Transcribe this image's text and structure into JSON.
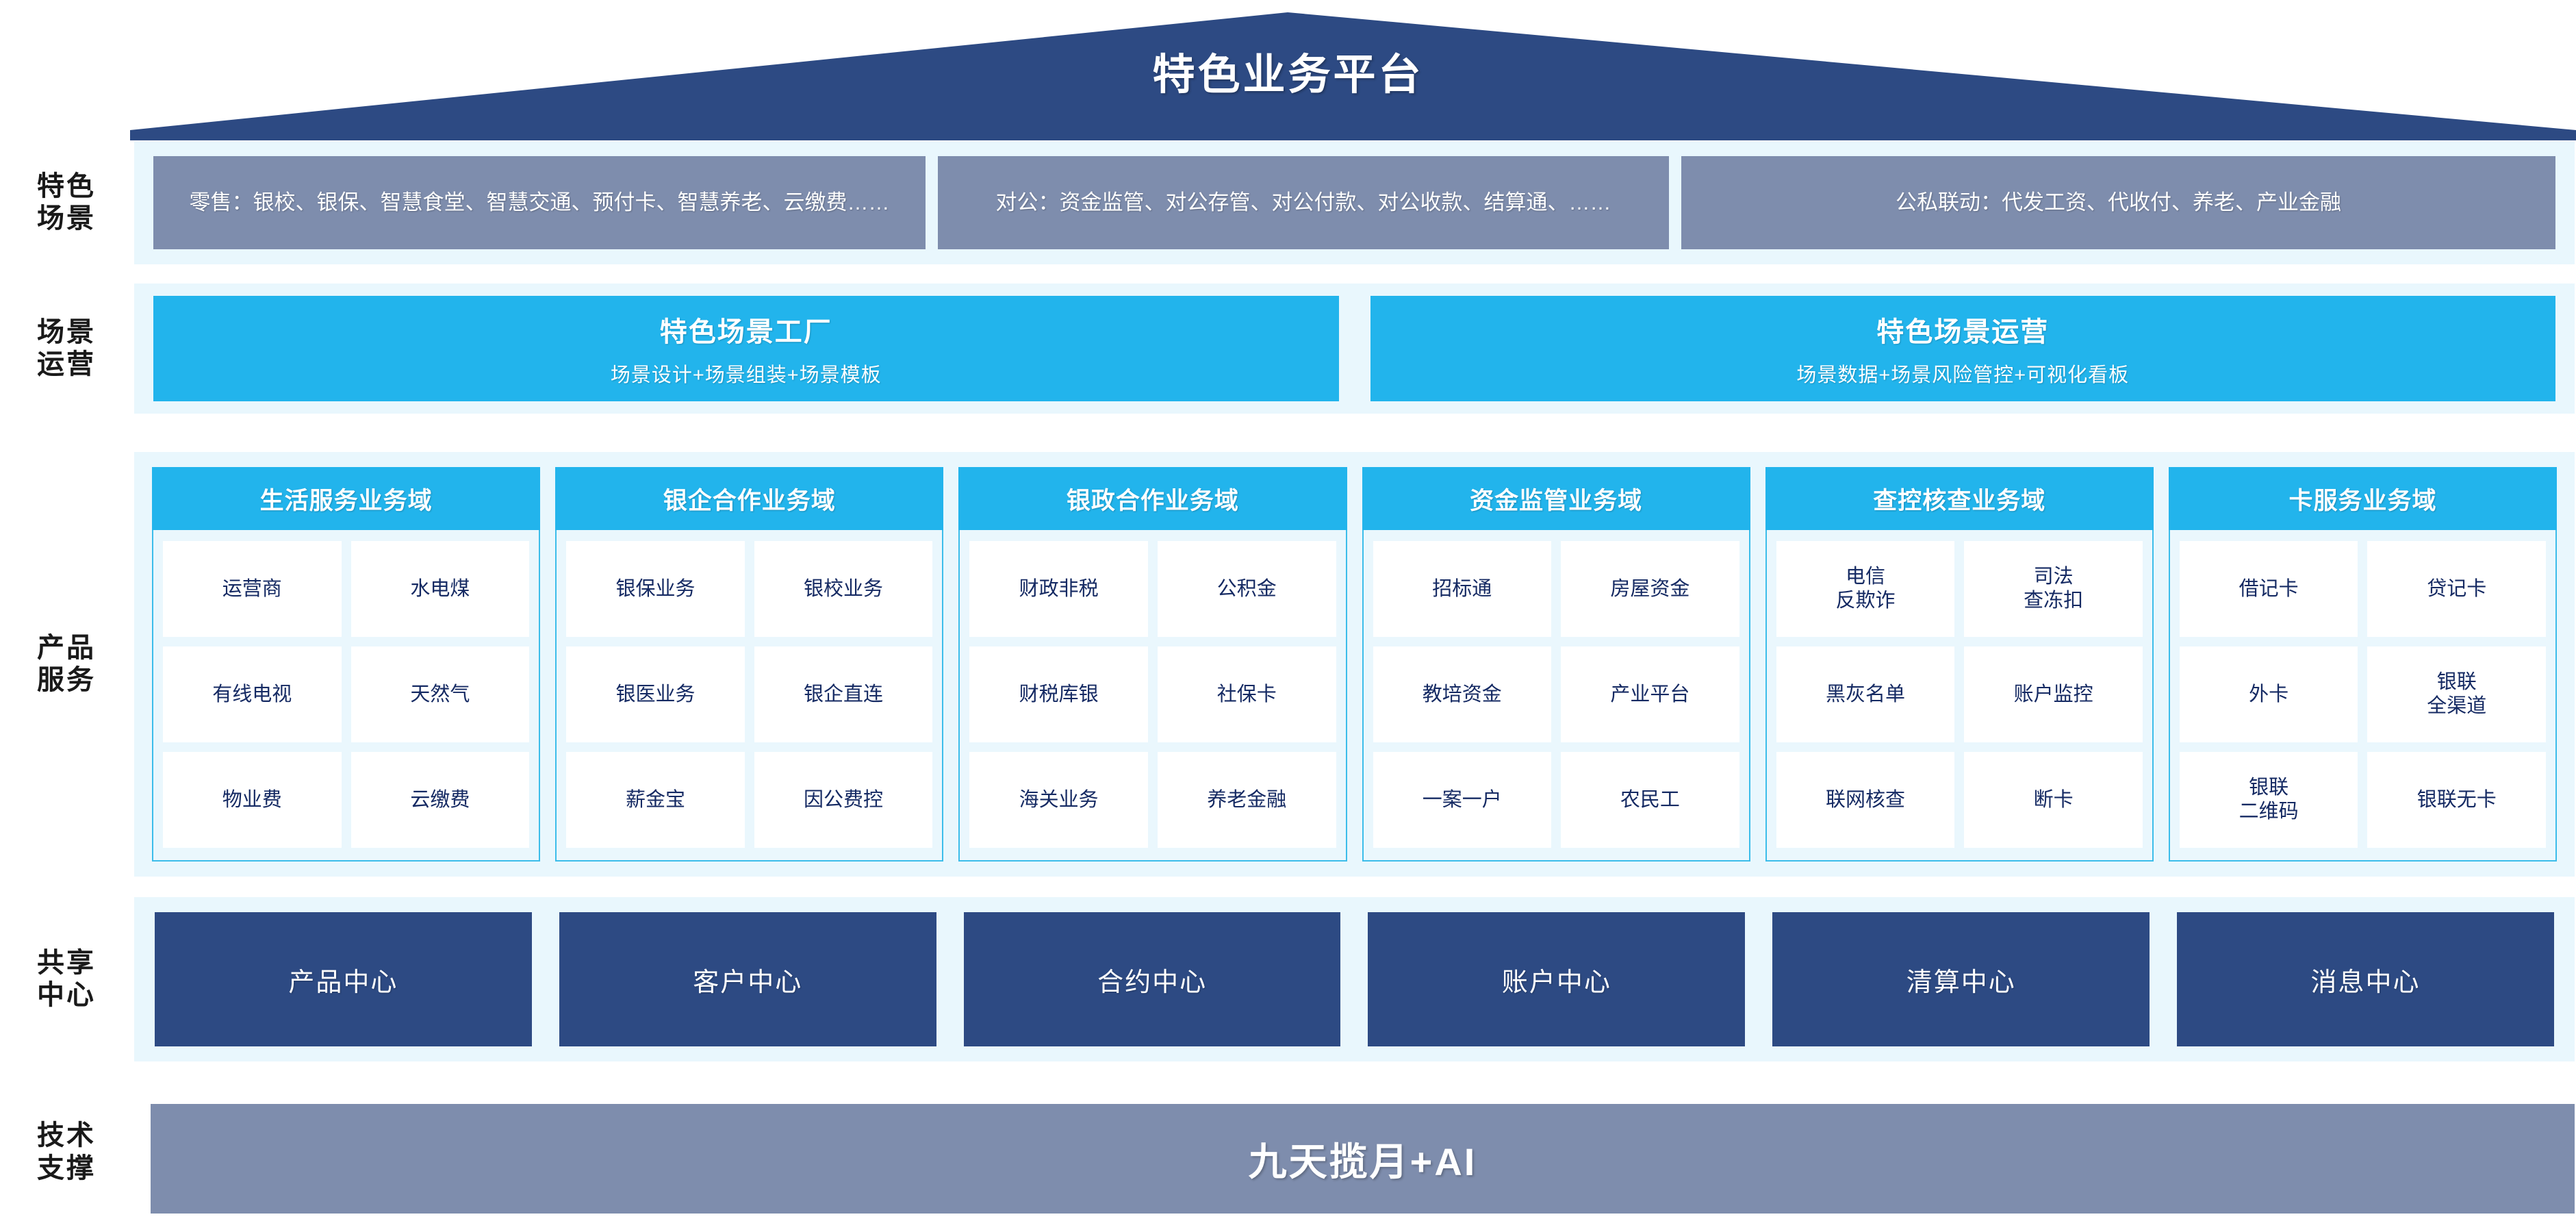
{
  "header": {
    "title": "特色业务平台"
  },
  "axis_labels": [
    {
      "key": "scene",
      "text": "特色\n场景"
    },
    {
      "key": "operations",
      "text": "场景\n运营"
    },
    {
      "key": "products",
      "text": "产品\n服务"
    },
    {
      "key": "shared",
      "text": "共享\n中心"
    },
    {
      "key": "tech",
      "text": "技术\n支撑"
    }
  ],
  "scene_row": {
    "boxes": [
      "零售：银校、银保、智慧食堂、智慧交通、预付卡、智慧养老、云缴费……",
      "对公：资金监管、对公存管、对公付款、对公收款、结算通、……",
      "公私联动：代发工资、代收付、养老、产业金融"
    ]
  },
  "operations_row": {
    "boxes": [
      {
        "title": "特色场景工厂",
        "subtitle": "场景设计+场景组装+场景模板"
      },
      {
        "title": "特色场景运营",
        "subtitle": "场景数据+场景风险管控+可视化看板"
      }
    ]
  },
  "product_row": {
    "domains": [
      {
        "title": "生活服务业务域",
        "items": [
          "运营商",
          "水电煤",
          "有线电视",
          "天然气",
          "物业费",
          "云缴费"
        ]
      },
      {
        "title": "银企合作业务域",
        "items": [
          "银保业务",
          "银校业务",
          "银医业务",
          "银企直连",
          "薪金宝",
          "因公费控"
        ]
      },
      {
        "title": "银政合作业务域",
        "items": [
          "财政非税",
          "公积金",
          "财税库银",
          "社保卡",
          "海关业务",
          "养老金融"
        ]
      },
      {
        "title": "资金监管业务域",
        "items": [
          "招标通",
          "房屋资金",
          "教培资金",
          "产业平台",
          "一案一户",
          "农民工"
        ]
      },
      {
        "title": "查控核查业务域",
        "items": [
          "电信\n反欺诈",
          "司法\n查冻扣",
          "黑灰名单",
          "账户监控",
          "联网核查",
          "断卡"
        ]
      },
      {
        "title": "卡服务业务域",
        "items": [
          "借记卡",
          "贷记卡",
          "外卡",
          "银联\n全渠道",
          "银联\n二维码",
          "银联无卡"
        ]
      }
    ]
  },
  "shared_row": {
    "centers": [
      "产品中心",
      "客户中心",
      "合约中心",
      "账户中心",
      "清算中心",
      "消息中心"
    ]
  },
  "tech_row": {
    "label": "九天揽月+AI"
  },
  "colors": {
    "roof": "#2d4a83",
    "band": "#e9f7fd",
    "scene_box": "#7e8dad",
    "cyan": "#22b4ec",
    "card_border": "#3cbdea",
    "card_body": "#eaf7fd",
    "tile_text": "#152a63",
    "shared_box": "#2d4a83",
    "tech_bar": "#7e8dad"
  }
}
